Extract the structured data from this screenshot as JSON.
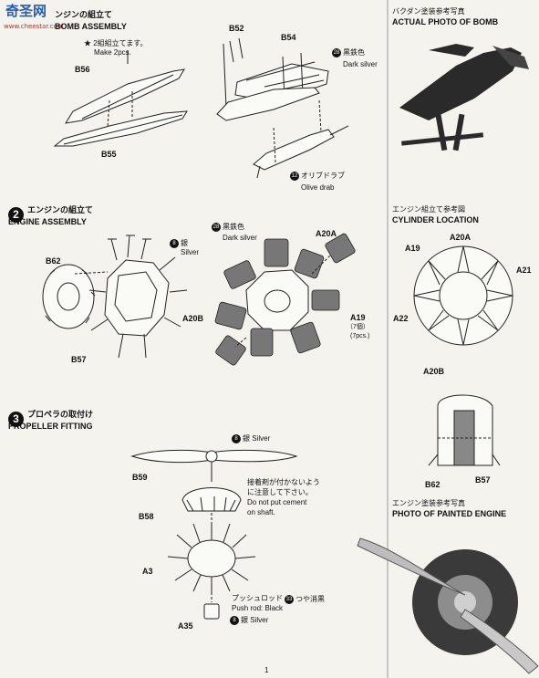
{
  "watermark": {
    "brand": "奇圣网",
    "url": "www.cheestar.com"
  },
  "step1": {
    "title_jp": "ンジンの組立て",
    "title_en": "BOMB ASSEMBLY",
    "note_jp": "★ 2組組立てます。",
    "note_en": "Make 2pcs.",
    "parts": [
      "B56",
      "B55",
      "B52",
      "B54"
    ],
    "paint1_no": "28",
    "paint1_jp": "黒鉄色",
    "paint1_en": "Dark silver",
    "paint2_no": "12",
    "paint2_jp": "オリブドラブ",
    "paint2_en": "Olive drab"
  },
  "step2": {
    "number": "2",
    "title_jp": "エンジンの組立て",
    "title_en": "ENGINE ASSEMBLY",
    "paint1_no": "8",
    "paint1_jp": "銀",
    "paint1_en": "Silver",
    "paint2_no": "28",
    "paint2_jp": "黒鉄色",
    "paint2_en": "Dark silver",
    "parts": [
      "B62",
      "B57",
      "A20A",
      "A20B",
      "A19"
    ],
    "qty_jp": "（7個）",
    "qty_en": "(7pcs.)"
  },
  "step3": {
    "number": "3",
    "title_jp": "プロペラの取付け",
    "title_en": "PROPELLER FITTING",
    "paint1_no": "8",
    "paint1_jp": "銀",
    "paint1_en": "Silver",
    "parts": [
      "B59",
      "B58",
      "A3",
      "A35"
    ],
    "cement_jp1": "接着剤が付かないよう",
    "cement_jp2": "に注意して下さい。",
    "cement_en1": "Do not put cement",
    "cement_en2": "on shaft.",
    "pushrod_jp": "プッシュロッド",
    "pushrod_en": "Push rod: Black",
    "paint2_no": "33",
    "paint2_jp": "つや消黒",
    "paint3_no": "8",
    "paint3_jp": "銀",
    "paint3_en": "Silver"
  },
  "right": {
    "bomb_jp": "バクダン塗装参考写真",
    "bomb_en": "ACTUAL PHOTO OF BOMB",
    "cyl_jp": "エンジン組立て参考図",
    "cyl_en": "CYLINDER LOCATION",
    "cyl_parts": [
      "A19",
      "A20A",
      "A21",
      "A22",
      "A20B"
    ],
    "detail_parts": [
      "B62",
      "B57"
    ],
    "engine_jp": "エンジン塗装参考写真",
    "engine_en": "PHOTO OF PAINTED ENGINE"
  },
  "page_number": "1"
}
